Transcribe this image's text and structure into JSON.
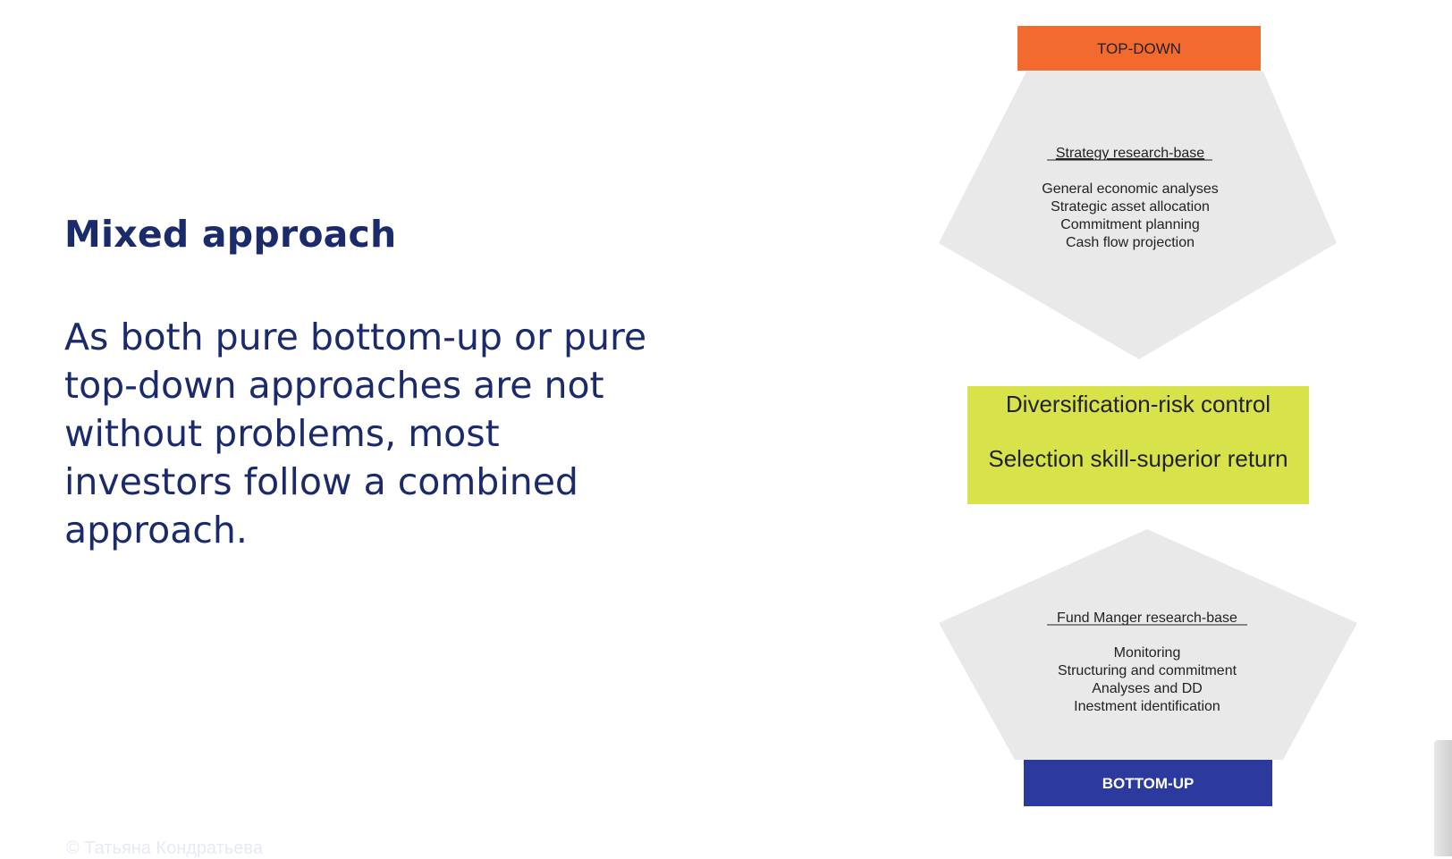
{
  "slide": {
    "title": "Mixed approach",
    "body": "As both pure bottom-up or pure top-down approaches are not without problems, most investors follow a combined approach.",
    "watermark": "© Татьяна Кондратьева"
  },
  "diagram": {
    "top_bar": {
      "label": "TOP-DOWN",
      "color": "#f26a2e"
    },
    "top_pentagon": {
      "heading": "Strategy research-base",
      "items": [
        "General economic analyses",
        "Strategic asset allocation",
        "Commitment planning",
        "Cash flow projection"
      ],
      "color": "#e9e9e9"
    },
    "middle_box": {
      "line1": "Diversification-risk control",
      "line2": "Selection skill-superior return",
      "color": "#d8e24a"
    },
    "bottom_pentagon": {
      "heading": "Fund Manger research-base",
      "items": [
        "Monitoring",
        "Structuring and commitment",
        "Analyses and DD",
        "Inestment identification"
      ],
      "color": "#e9e9e9"
    },
    "bottom_bar": {
      "label": "BOTTOM-UP",
      "color": "#2b3a9c"
    }
  }
}
